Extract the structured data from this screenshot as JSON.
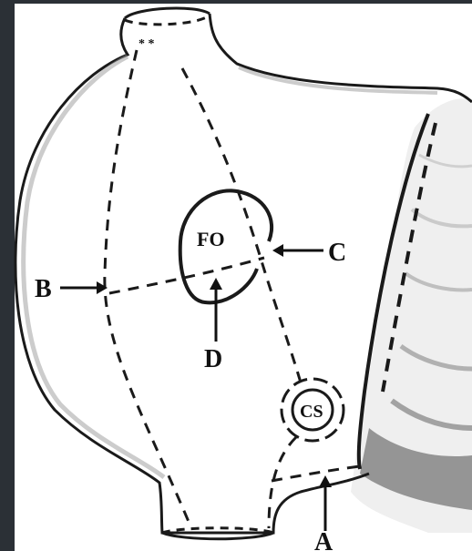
{
  "labels": {
    "fo": "FO",
    "cs": "CS",
    "a": "A",
    "b": "B",
    "c": "C",
    "d": "D",
    "stars": "* *"
  },
  "colors": {
    "frame": "#2b3036",
    "ink": "#1a1a1a",
    "outline_shadow": "#9a9a9a",
    "tissue": "#5a5a5a"
  }
}
